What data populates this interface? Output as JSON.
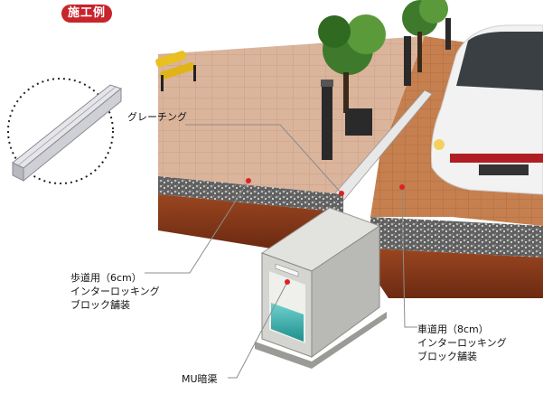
{
  "badge": "施工例",
  "labels": {
    "grating": "グレーチング",
    "sidewalk": [
      "歩道用（6cm）",
      "インターロッキング",
      "ブロック舗装"
    ],
    "roadway": [
      "車道用（8cm）",
      "インターロッキング",
      "ブロック舗装"
    ],
    "drain": "MU暗渠"
  },
  "colors": {
    "badge": "#c8242c",
    "sidewalk_paving": "#d9b39a",
    "roadway_paving": "#c07a4a",
    "soil": "#8a3a1a",
    "gravel": "#6e6e6e",
    "concrete": "#d0d0cc",
    "water": "#3fb6b4",
    "bench": "#e8c020",
    "car": "#f2f2f2",
    "leader_line": "#8c8c8c"
  }
}
